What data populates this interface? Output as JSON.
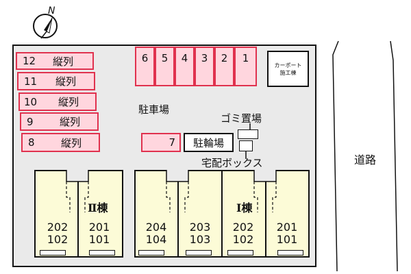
{
  "compass": {
    "label": "N",
    "icon": "north-arrow-icon"
  },
  "parking_rows": [
    {
      "number": "12",
      "label": "縦列"
    },
    {
      "number": "11",
      "label": "縦列"
    },
    {
      "number": "10",
      "label": "縦列"
    },
    {
      "number": "9",
      "label": "縦列"
    },
    {
      "number": "8",
      "label": "縦列"
    }
  ],
  "parking_bays": [
    "6",
    "5",
    "4",
    "3",
    "2",
    "1"
  ],
  "parking_bay_7": "7",
  "carport": {
    "line1": "カーポート",
    "line2": "施工棟"
  },
  "labels": {
    "parking_lot": "駐車場",
    "garbage": "ゴミ置場",
    "bicycle": "駐輪場",
    "delivery_box": "宅配ボックス",
    "road": "道路"
  },
  "buildings": {
    "building_2": {
      "name": "Ⅱ棟",
      "units": [
        {
          "upper": "202",
          "lower": "102"
        },
        {
          "upper": "201",
          "lower": "101"
        }
      ]
    },
    "building_1": {
      "name": "Ⅰ棟",
      "units": [
        {
          "upper": "204",
          "lower": "104"
        },
        {
          "upper": "203",
          "lower": "103"
        },
        {
          "upper": "202",
          "lower": "102"
        },
        {
          "upper": "201",
          "lower": "101"
        }
      ]
    }
  },
  "colors": {
    "parking_fill": "#ffd6de",
    "parking_border": "#e0314e",
    "unit_fill": "#fcfbd7",
    "lot_fill": "#eaeaea"
  }
}
